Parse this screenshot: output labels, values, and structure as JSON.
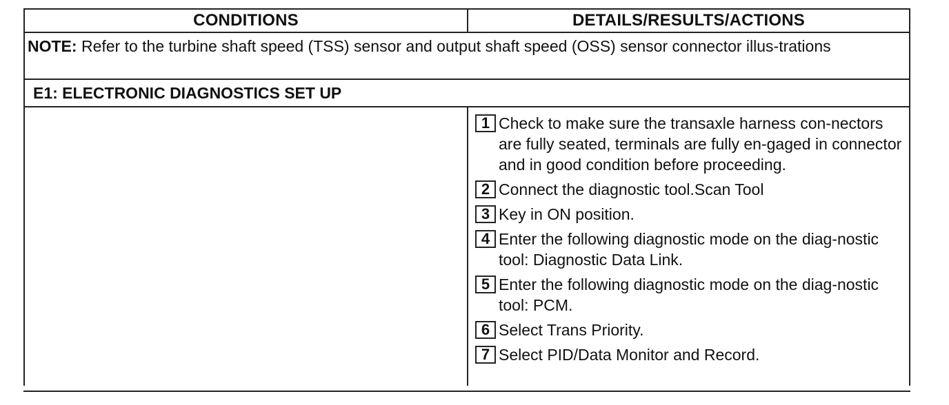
{
  "table": {
    "headers": [
      "CONDITIONS",
      "DETAILS/RESULTS/ACTIONS"
    ],
    "note": {
      "label": "NOTE:",
      "text": " Refer to the turbine shaft speed (TSS) sensor and output shaft speed (OSS) sensor connector illus-trations"
    },
    "section_title": "E1: ELECTRONIC DIAGNOSTICS SET UP",
    "steps": [
      {
        "num": "1",
        "text": "Check to make sure the transaxle harness con-nectors are fully seated, terminals are fully en-gaged in connector and in good condition before proceeding."
      },
      {
        "num": "2",
        "text": "Connect the diagnostic tool.Scan Tool"
      },
      {
        "num": "3",
        "text": "Key in ON position."
      },
      {
        "num": "4",
        "text": "Enter the following diagnostic mode on the diag-nostic tool: Diagnostic Data Link."
      },
      {
        "num": "5",
        "text": "Enter the following diagnostic mode on the diag-nostic tool: PCM."
      },
      {
        "num": "6",
        "text": "Select Trans Priority."
      },
      {
        "num": "7",
        "text": "Select PID/Data Monitor and Record."
      }
    ]
  }
}
